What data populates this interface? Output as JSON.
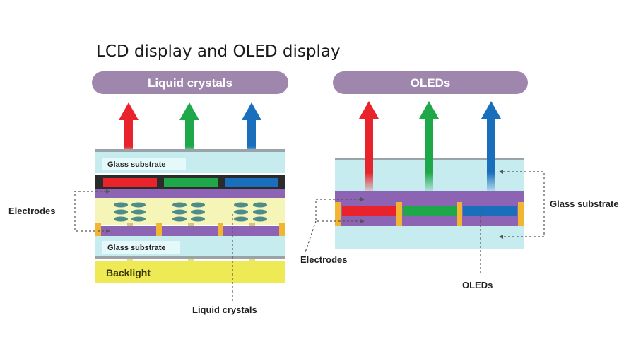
{
  "title": "LCD display and OLED display",
  "lcd": {
    "header": "Liquid crystals",
    "glass_top": "Glass substrate",
    "glass_bottom": "Glass substrate",
    "backlight": "Backlight",
    "electrodes_callout": "Electrodes",
    "liquid_crystals_callout": "Liquid crystals"
  },
  "oled": {
    "header": "OLEDs",
    "glass_callout": "Glass substrate",
    "electrodes_callout": "Electrodes",
    "oleds_callout": "OLEDs"
  },
  "colors": {
    "red": "#e8232b",
    "green": "#1fa84a",
    "blue": "#1a6fbd",
    "pill": "#9e86ad",
    "glass": "#c6ecf0",
    "electrode": "#8d64b3",
    "lc_layer": "#f6f5b8",
    "backlight": "#eeea55",
    "spacer": "#f2b531",
    "lc_ellipse": "#4e8c8c"
  },
  "icons": [
    "arrow-up-red-icon",
    "arrow-up-green-icon",
    "arrow-up-blue-icon"
  ]
}
